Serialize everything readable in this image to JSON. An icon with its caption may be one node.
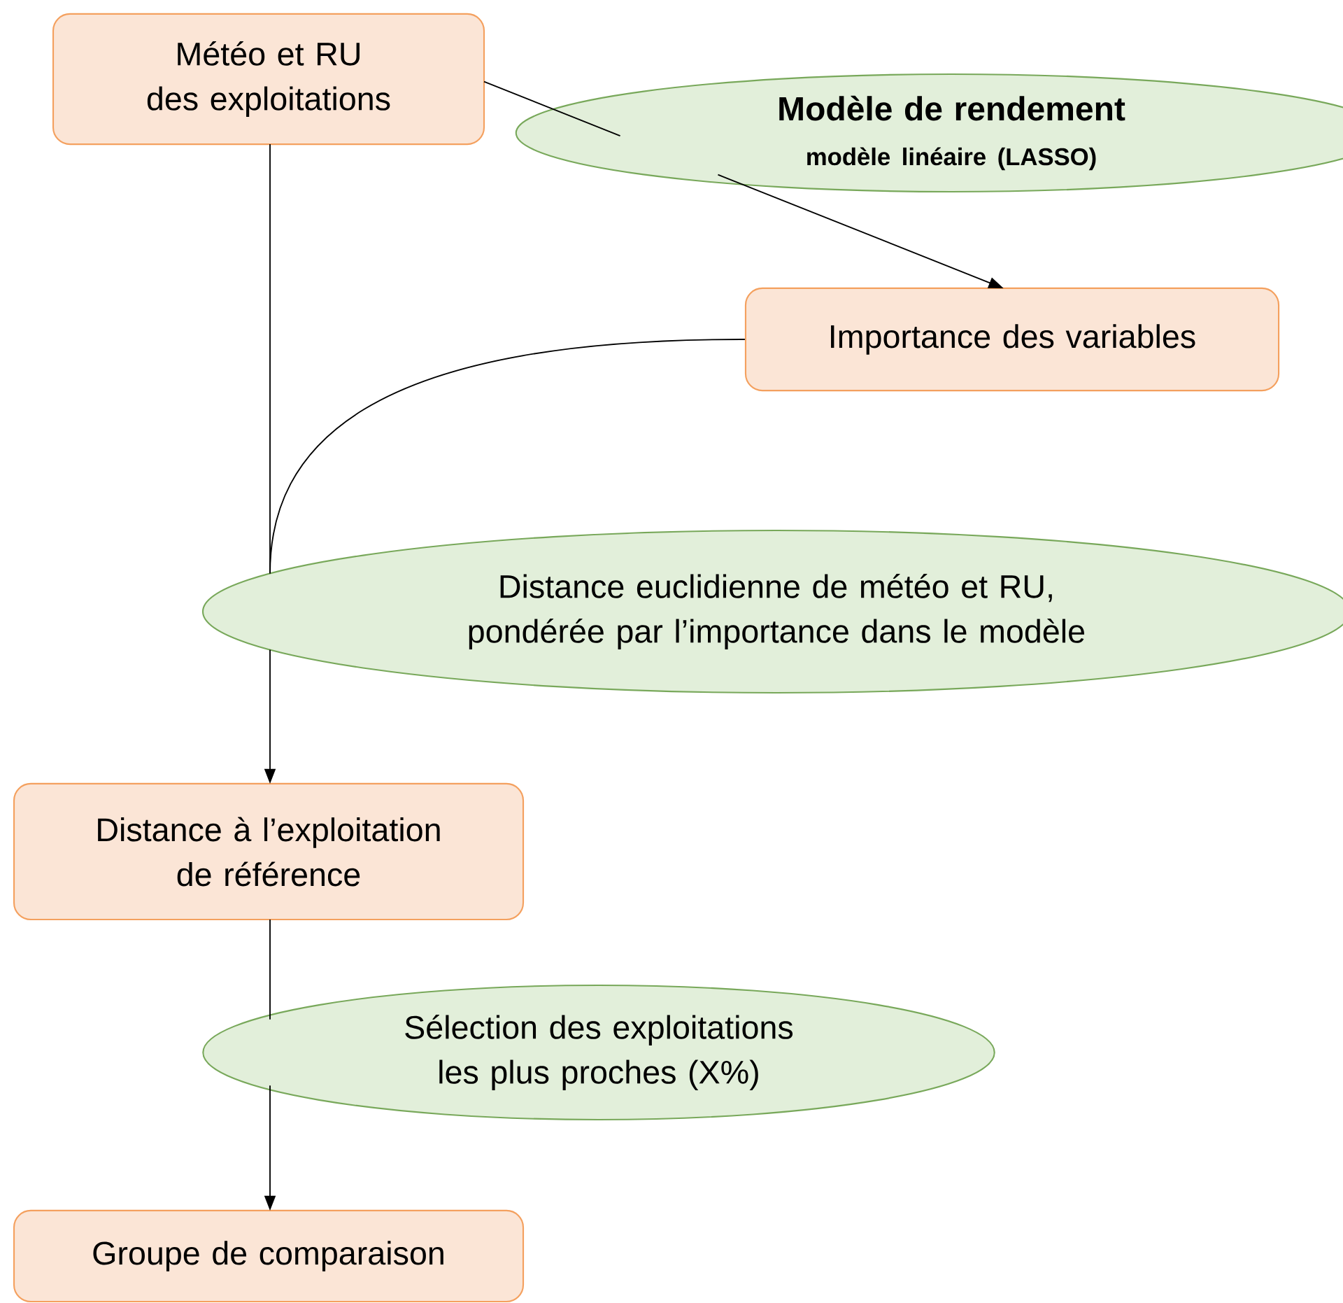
{
  "diagram": {
    "nodes": [
      {
        "text": [
          "Météo et RU des exploitations"
        ]
      },
      {
        "text": [
          "Modèle de rendement",
          "modèle linéaire (LASSO)"
        ]
      },
      {
        "text": [
          "Importance des variables"
        ]
      },
      {
        "text": [
          "Distance euclidienne de météo et RU, pondérée par l’importance dans le modèle"
        ]
      },
      {
        "text": [
          "Distance à l’exploitation de référence"
        ]
      },
      {
        "text": [
          "Sélection des exploitations les plus proches (X%)"
        ]
      },
      {
        "text": [
          "Groupe de comparaison"
        ]
      }
    ],
    "edges": [
      {
        "from": 0,
        "to": 1,
        "arrow": "none"
      },
      {
        "from": 1,
        "to": 2,
        "arrow": "to"
      },
      {
        "from": 2,
        "to": 3,
        "arrow": "none"
      },
      {
        "from": 0,
        "to": 3,
        "arrow": "none"
      },
      {
        "from": 3,
        "to": 4,
        "arrow": "to"
      },
      {
        "from": 4,
        "to": 5,
        "arrow": "none"
      },
      {
        "from": 5,
        "to": 6,
        "arrow": "to"
      }
    ]
  }
}
